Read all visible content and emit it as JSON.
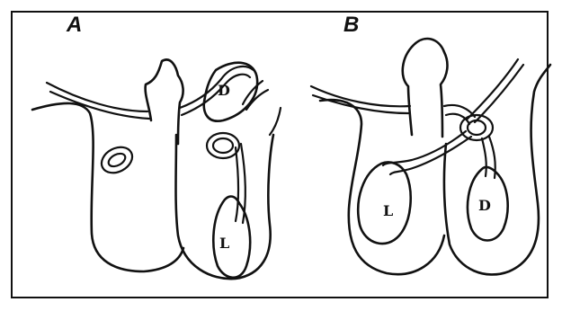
{
  "panels": [
    {
      "id": "A",
      "label": "A",
      "organs": [
        "D",
        "L"
      ]
    },
    {
      "id": "B",
      "label": "B",
      "organs": [
        "L",
        "D"
      ]
    }
  ],
  "colors": {
    "ink": "#111111",
    "paper": "#ffffff"
  }
}
